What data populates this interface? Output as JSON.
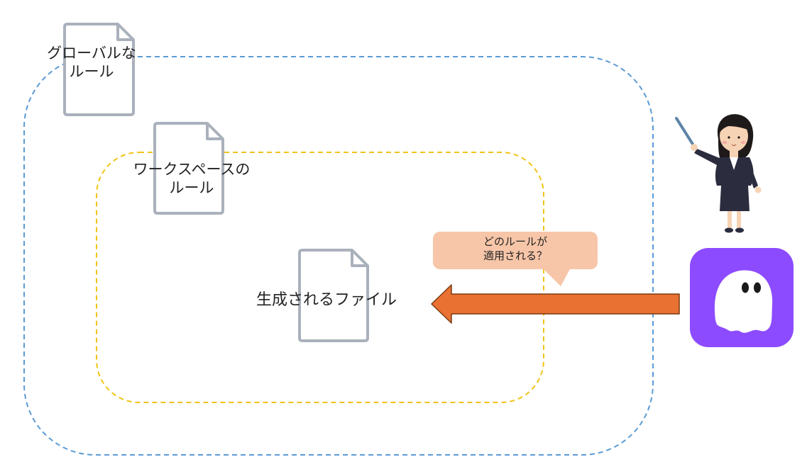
{
  "labels": {
    "global_line1": "グローバルな",
    "global_line2": "ルール",
    "workspace_line1": "ワークスペースの",
    "workspace_line2": "ルール",
    "file": "生成されるファイル",
    "question_line1": "どのルールが",
    "question_line2": "適用される？"
  },
  "colors": {
    "global_border": "#5b9bd5",
    "workspace_border": "#f2c316",
    "document_stroke": "#aab1bc",
    "arrow_fill": "#e97131",
    "arrow_stroke": "#7a3a12",
    "bubble_fill": "#f7c6a8",
    "app_icon_bg": "#8c4bff",
    "app_icon_ghost": "#ffffff"
  },
  "icons": {
    "document": "document-icon",
    "app": "ghost-app-icon",
    "presenter": "teacher-pointing-illustration"
  }
}
